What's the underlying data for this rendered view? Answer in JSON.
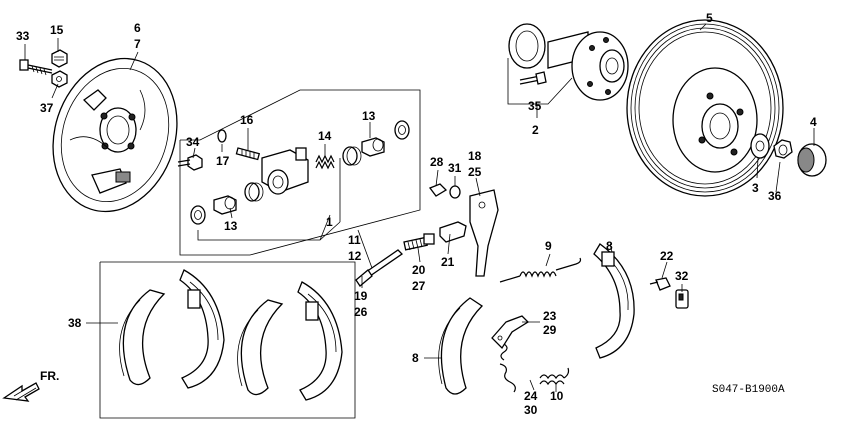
{
  "labels": [
    {
      "id": "33",
      "text": "33"
    },
    {
      "id": "15",
      "text": "15"
    },
    {
      "id": "37",
      "text": "37"
    },
    {
      "id": "6",
      "text": "6"
    },
    {
      "id": "7",
      "text": "7"
    },
    {
      "id": "34",
      "text": "34"
    },
    {
      "id": "16",
      "text": "16"
    },
    {
      "id": "17",
      "text": "17"
    },
    {
      "id": "14",
      "text": "14"
    },
    {
      "id": "13a",
      "text": "13"
    },
    {
      "id": "13b",
      "text": "13"
    },
    {
      "id": "1",
      "text": "1"
    },
    {
      "id": "11",
      "text": "11"
    },
    {
      "id": "12",
      "text": "12"
    },
    {
      "id": "19",
      "text": "19"
    },
    {
      "id": "26",
      "text": "26"
    },
    {
      "id": "20",
      "text": "20"
    },
    {
      "id": "27",
      "text": "27"
    },
    {
      "id": "21",
      "text": "21"
    },
    {
      "id": "28",
      "text": "28"
    },
    {
      "id": "31",
      "text": "31"
    },
    {
      "id": "18",
      "text": "18"
    },
    {
      "id": "25",
      "text": "25"
    },
    {
      "id": "9",
      "text": "9"
    },
    {
      "id": "8a",
      "text": "8"
    },
    {
      "id": "8b",
      "text": "8"
    },
    {
      "id": "22",
      "text": "22"
    },
    {
      "id": "32",
      "text": "32"
    },
    {
      "id": "23",
      "text": "23"
    },
    {
      "id": "29",
      "text": "29"
    },
    {
      "id": "24",
      "text": "24"
    },
    {
      "id": "30",
      "text": "30"
    },
    {
      "id": "10",
      "text": "10"
    },
    {
      "id": "38",
      "text": "38"
    },
    {
      "id": "5",
      "text": "5"
    },
    {
      "id": "35",
      "text": "35"
    },
    {
      "id": "2",
      "text": "2"
    },
    {
      "id": "4",
      "text": "4"
    },
    {
      "id": "3",
      "text": "3"
    },
    {
      "id": "36",
      "text": "36"
    }
  ],
  "direction_label": "FR.",
  "diagram_code": "S047-B1900A"
}
